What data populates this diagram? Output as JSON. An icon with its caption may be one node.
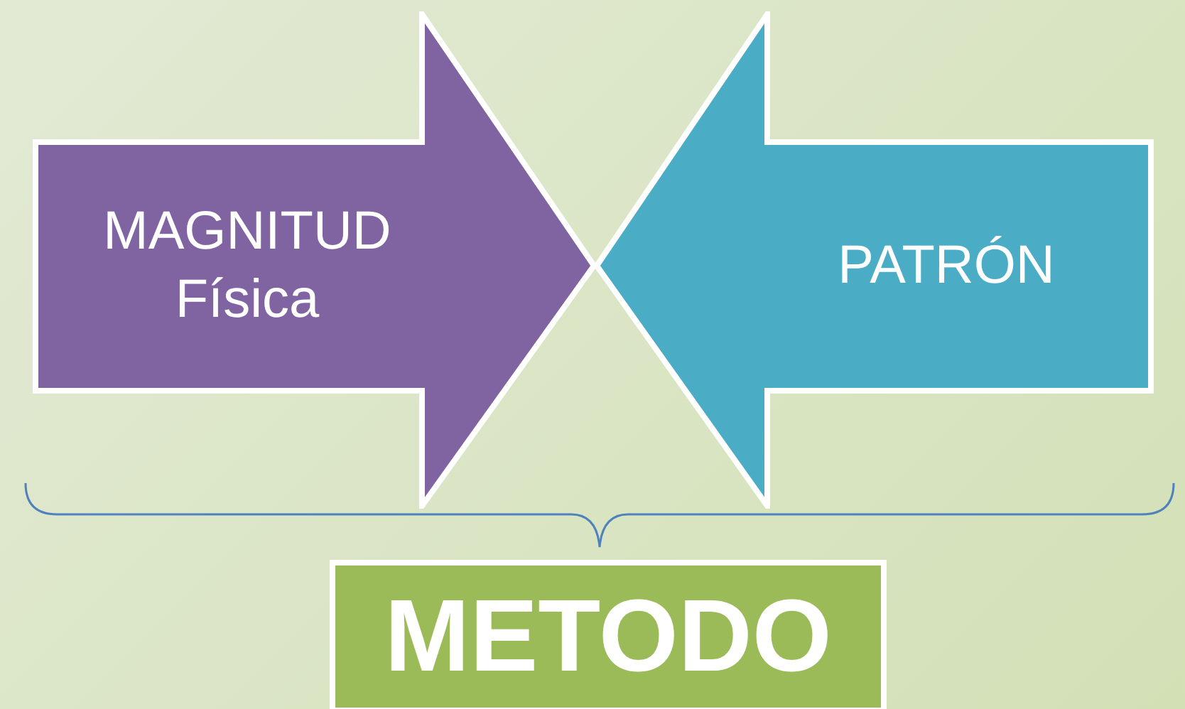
{
  "diagram": {
    "nodes": [
      {
        "text": [
          "MAGNITUD Física"
        ]
      },
      {
        "text": [
          "PATRÓN"
        ]
      },
      {
        "text": [
          "METODO"
        ]
      }
    ]
  }
}
